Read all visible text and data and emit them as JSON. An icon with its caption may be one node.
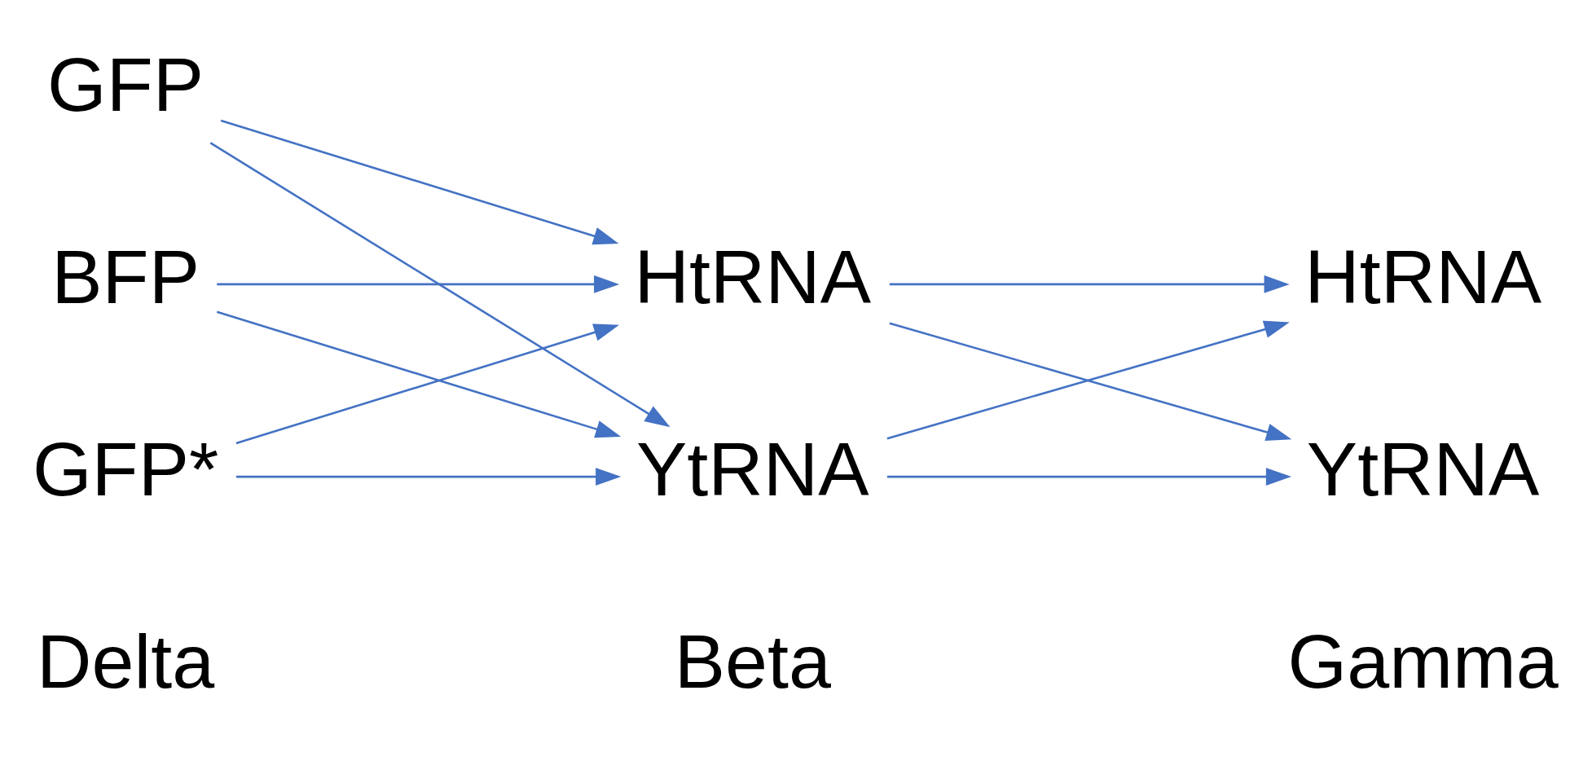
{
  "diagram": {
    "nodes": [
      {
        "text": [
          "GFP"
        ]
      },
      {
        "text": [
          "BFP"
        ]
      },
      {
        "text": [
          "GFP*"
        ]
      },
      {
        "text": [
          "HtRNA"
        ]
      },
      {
        "text": [
          "YtRNA"
        ]
      },
      {
        "text": [
          "HtRNA"
        ]
      },
      {
        "text": [
          "YtRNA"
        ]
      }
    ],
    "edges": [
      {
        "from": 0,
        "to": 3,
        "arrow": "to"
      },
      {
        "from": 0,
        "to": 4,
        "arrow": "to"
      },
      {
        "from": 1,
        "to": 3,
        "arrow": "to"
      },
      {
        "from": 1,
        "to": 4,
        "arrow": "to"
      },
      {
        "from": 2,
        "to": 3,
        "arrow": "to"
      },
      {
        "from": 2,
        "to": 4,
        "arrow": "to"
      },
      {
        "from": 3,
        "to": 5,
        "arrow": "to"
      },
      {
        "from": 3,
        "to": 6,
        "arrow": "to"
      },
      {
        "from": 4,
        "to": 5,
        "arrow": "to"
      },
      {
        "from": 4,
        "to": 6,
        "arrow": "to"
      }
    ],
    "labels": [
      "Delta",
      "Beta",
      "Gamma"
    ]
  }
}
